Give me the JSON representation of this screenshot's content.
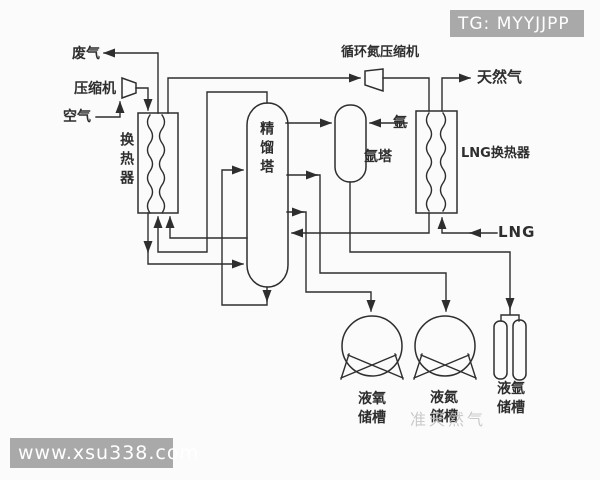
{
  "labels": {
    "waste_gas": "废气",
    "air_compressor": "压缩机",
    "air": "空气",
    "main_heat_exchanger": "换热器",
    "distillation_column": "精馏塔",
    "recycle_nitrogen_compressor": "循环氮压缩机",
    "natural_gas": "天然气",
    "argon": "氩",
    "argon_column": "氩塔",
    "lng_heat_exchanger": "LNG换热器",
    "lng": "LNG"
  },
  "tanks": {
    "liquid_oxygen": {
      "line1": "液氧",
      "line2": "储槽"
    },
    "liquid_nitrogen": {
      "line1": "液氮",
      "line2": "储槽"
    },
    "liquid_argon": {
      "line1": "液氩",
      "line2": "储槽"
    }
  },
  "watermarks": {
    "top_right": "TG: MYYJJPP",
    "bottom_left": "www.xsu338.com",
    "faint_center": "准天然气"
  },
  "colors": {
    "line": "#2e2e2e",
    "background": "#fbfbfb",
    "watermark_bg": "#a9a9a9",
    "watermark_text": "#ffffff",
    "faint_watermark_text": "#bfbfbf"
  }
}
